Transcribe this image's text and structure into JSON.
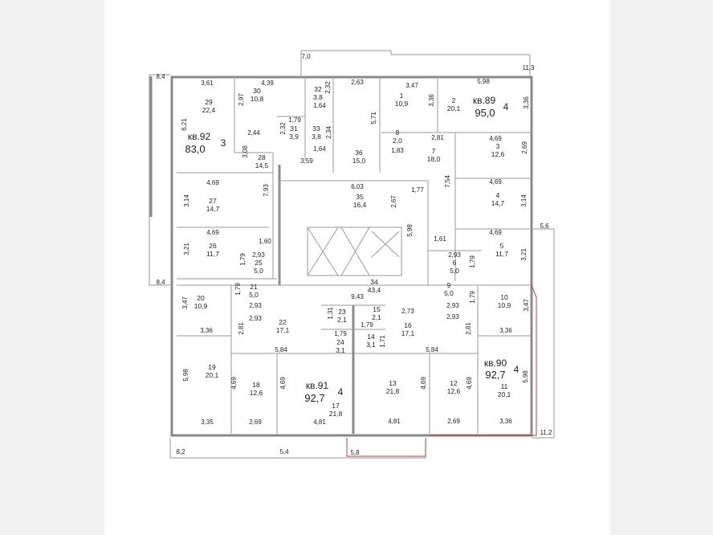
{
  "apartments": [
    {
      "label": "кв.92",
      "area": "83,0",
      "rooms": "3"
    },
    {
      "label": "кв.89",
      "area": "95,0",
      "rooms": "4"
    },
    {
      "label": "кв.91",
      "area": "92,7",
      "rooms": "4"
    },
    {
      "label": "кв.90",
      "area": "92,7",
      "rooms": "4"
    }
  ],
  "rooms": [
    {
      "num": "29",
      "area": "22,4"
    },
    {
      "num": "30",
      "area": "10,8"
    },
    {
      "num": "32",
      "area": "3,8"
    },
    {
      "num": "31",
      "area": "3,9"
    },
    {
      "num": "33",
      "area": "3,8"
    },
    {
      "num": "28",
      "area": "14,5"
    },
    {
      "num": "27",
      "area": "14,7"
    },
    {
      "num": "26",
      "area": "11,7"
    },
    {
      "num": "25",
      "area": "5,0"
    },
    {
      "num": "1",
      "area": "10,9"
    },
    {
      "num": "2",
      "area": "20,1"
    },
    {
      "num": "8",
      "area": "2,0"
    },
    {
      "num": "7",
      "area": "18,0"
    },
    {
      "num": "3",
      "area": "12,6"
    },
    {
      "num": "4",
      "area": "14,7"
    },
    {
      "num": "5",
      "area": "11,7"
    },
    {
      "num": "6",
      "area": "5,0"
    },
    {
      "num": "36",
      "area": "15,0"
    },
    {
      "num": "35",
      "area": "16,4"
    },
    {
      "num": "34",
      "area": "43,4"
    },
    {
      "num": "21",
      "area": "5,0"
    },
    {
      "num": "20",
      "area": "10,9"
    },
    {
      "num": "22",
      "area": "17,1"
    },
    {
      "num": "23",
      "area": "2,1"
    },
    {
      "num": "24",
      "area": "3,1"
    },
    {
      "num": "19",
      "area": "20,1"
    },
    {
      "num": "18",
      "area": "12,6"
    },
    {
      "num": "17",
      "area": "21,8"
    },
    {
      "num": "15",
      "area": "2,1"
    },
    {
      "num": "16",
      "area": "17,1"
    },
    {
      "num": "14",
      "area": "3,1"
    },
    {
      "num": "9",
      "area": "5,0"
    },
    {
      "num": "10",
      "area": "10,9"
    },
    {
      "num": "13",
      "area": "21,8"
    },
    {
      "num": "12",
      "area": "12,6"
    },
    {
      "num": "11",
      "area": "20,1"
    }
  ],
  "dims": [
    "8,4",
    "7,0",
    "3,61",
    "4,39",
    "2,97",
    "6,21",
    "1,79",
    "2,32",
    "2,34",
    "2,32",
    "1,64",
    "1,64",
    "2,44",
    "3,08",
    "3,59",
    "7,93",
    "4,69",
    "3,14",
    "4,69",
    "1,60",
    "3,21",
    "1,79",
    "8,4",
    "11,3",
    "2,63",
    "3,47",
    "5,98",
    "3,36",
    "3,36",
    "5,71",
    "2,81",
    "4,69",
    "2,69",
    "6,03",
    "1,77",
    "7,54",
    "4,69",
    "2,67",
    "3,14",
    "5,6",
    "5,98",
    "4,69",
    "1,61",
    "3,21",
    "1,79",
    "1,83",
    "2,93",
    "2,93",
    "1,79",
    "3,47",
    "2,93",
    "2,93",
    "9,43",
    "3,36",
    "2,81",
    "1,31",
    "1,79",
    "5,84",
    "5,98",
    "4,69",
    "4,69",
    "3,35",
    "2,69",
    "4,81",
    "8,2",
    "5,4",
    "5,8",
    "2,73",
    "1,79",
    "1,71",
    "2,93",
    "2,93",
    "1,79",
    "3,47",
    "2,81",
    "3,36",
    "5,84",
    "4,69",
    "4,69",
    "5,98",
    "4,81",
    "2,69",
    "3,36",
    "11,2"
  ]
}
